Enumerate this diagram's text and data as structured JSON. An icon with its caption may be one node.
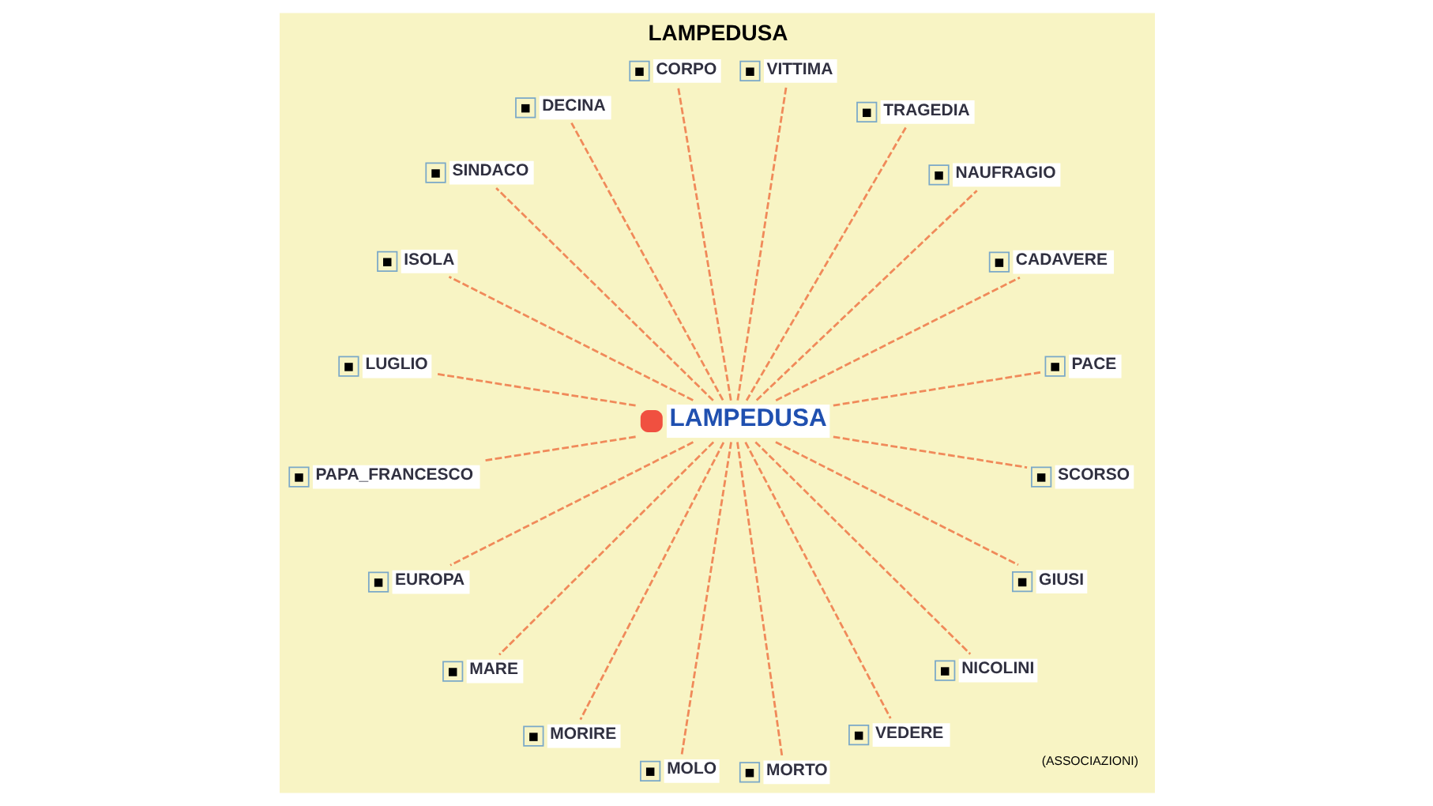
{
  "diagram": {
    "title": "LAMPEDUSA",
    "nodes": [
      {
        "text": [
          "LAMPEDUSA"
        ]
      },
      {
        "text": [
          "PACE"
        ]
      },
      {
        "text": [
          "CADAVERE"
        ]
      },
      {
        "text": [
          "NAUFRAGIO"
        ]
      },
      {
        "text": [
          "TRAGEDIA"
        ]
      },
      {
        "text": [
          "VITTIMA"
        ]
      },
      {
        "text": [
          "CORPO"
        ]
      },
      {
        "text": [
          "DECINA"
        ]
      },
      {
        "text": [
          "SINDACO"
        ]
      },
      {
        "text": [
          "ISOLA"
        ]
      },
      {
        "text": [
          "LUGLIO"
        ]
      },
      {
        "text": [
          "PAPA_FRANCESCO"
        ]
      },
      {
        "text": [
          "EUROPA"
        ]
      },
      {
        "text": [
          "MARE"
        ]
      },
      {
        "text": [
          "MORIRE"
        ]
      },
      {
        "text": [
          "MOLO"
        ]
      },
      {
        "text": [
          "MORTO"
        ]
      },
      {
        "text": [
          "VEDERE"
        ]
      },
      {
        "text": [
          "NICOLINI"
        ]
      },
      {
        "text": [
          "GIUSI"
        ]
      },
      {
        "text": [
          "SCORSO"
        ]
      }
    ],
    "edges": [
      {
        "from": 0,
        "to": 1,
        "arrow": "none",
        "style": "dashed"
      },
      {
        "from": 0,
        "to": 2,
        "arrow": "none",
        "style": "dashed"
      },
      {
        "from": 0,
        "to": 4,
        "arrow": "none",
        "style": "dashed"
      },
      {
        "from": 0,
        "to": 6,
        "arrow": "none",
        "style": "dashed"
      },
      {
        "from": 0,
        "to": 8,
        "arrow": "none",
        "style": "dashed"
      },
      {
        "from": 0,
        "to": 11,
        "arrow": "none",
        "style": "dashed"
      },
      {
        "from": 0,
        "to": 15,
        "arrow": "none",
        "style": "dashed"
      },
      {
        "from": 0,
        "to": 14,
        "arrow": "none",
        "style": "dashed"
      },
      {
        "from": 0,
        "to": 19,
        "arrow": "none",
        "style": "dashed"
      },
      {
        "from": 0,
        "to": 18,
        "arrow": "none",
        "style": "dashed"
      },
      {
        "from": 0,
        "to": 16,
        "arrow": "none",
        "style": "dashed"
      },
      {
        "from": 0,
        "to": 20,
        "arrow": "none",
        "style": "dashed"
      },
      {
        "from": 0,
        "to": 17,
        "arrow": "none",
        "style": "dashed"
      },
      {
        "from": 0,
        "to": 13,
        "arrow": "none",
        "style": "dashed"
      },
      {
        "from": 0,
        "to": 12,
        "arrow": "none",
        "style": "dashed"
      },
      {
        "from": 0,
        "to": 10,
        "arrow": "none",
        "style": "dashed"
      },
      {
        "from": 0,
        "to": 9,
        "arrow": "none",
        "style": "dashed"
      },
      {
        "from": 0,
        "to": 7,
        "arrow": "none",
        "style": "dashed"
      },
      {
        "from": 0,
        "to": 5,
        "arrow": "none",
        "style": "dashed"
      },
      {
        "from": 0,
        "to": 3,
        "arrow": "none",
        "style": "dashed"
      }
    ],
    "labels": [
      "(ASSOCIAZIONI)"
    ]
  }
}
